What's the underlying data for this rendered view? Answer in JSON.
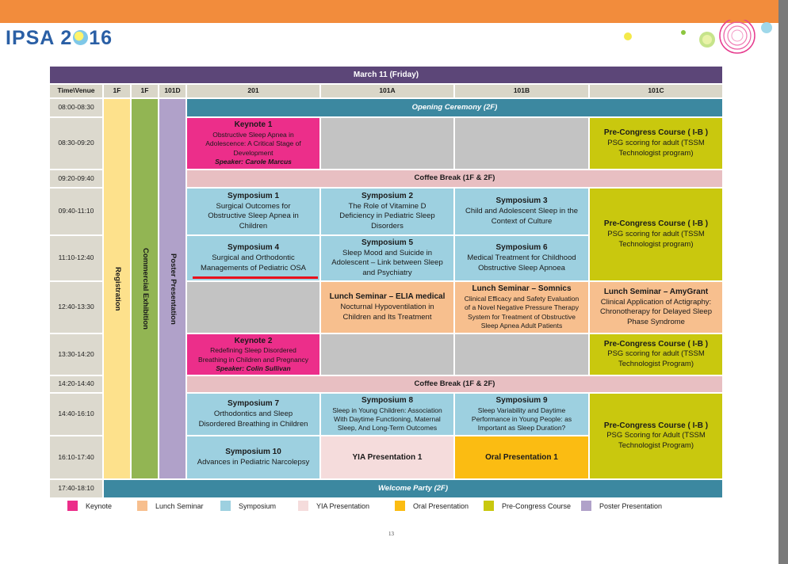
{
  "logo": {
    "pre": "IPSA 2",
    "post": "16"
  },
  "title": "March 11 (Friday)",
  "headers": [
    "Time\\Venue",
    "1F",
    "1F",
    "101D",
    "201",
    "101A",
    "101B",
    "101C"
  ],
  "times": [
    "08:00-08:30",
    "08:30-09:20",
    "09:20-09:40",
    "09:40-11:10",
    "11:10-12:40",
    "12:40-13:30",
    "13:30-14:20",
    "14:20-14:40",
    "14:40-16:10",
    "16:10-17:40",
    "17:40-18:10"
  ],
  "columns": {
    "registration": "Registration",
    "commercial": "Commercial Exhibition",
    "poster": "Poster Presentation"
  },
  "opening": "Opening Ceremony  (2F)",
  "coffee1": "Coffee Break (1F & 2F)",
  "coffee2": "Coffee Break (1F & 2F)",
  "welcome": "Welcome Party (2F)",
  "k1": {
    "t": "Keynote 1",
    "l1": "Obstructive Sleep Apnea in",
    "l2": "Adolescence: A Critical Stage of",
    "l3": "Development",
    "spk": "Speaker: Carole Marcus"
  },
  "k2": {
    "t": "Keynote 2",
    "l1": "Redefining Sleep Disordered",
    "l2": "Breathing in Children and Pregnancy",
    "spk": "Speaker: Colin Sullivan"
  },
  "pcc1": {
    "t": "Pre-Congress Course ( I-B )",
    "l1": "PSG scoring for adult (TSSM",
    "l2": "Technologist program)"
  },
  "pcc2": {
    "t": "Pre-Congress Course ( I-B )",
    "l1": "PSG scoring for adult (TSSM",
    "l2": "Technologist program)"
  },
  "pcc3": {
    "t": "Pre-Congress Course ( I-B )",
    "l1": "PSG scoring for adult (TSSM",
    "l2": "Technologist Program)"
  },
  "pcc4": {
    "t": "Pre-Congress Course ( I-B )",
    "l1": "PSG Scoring for Adult (TSSM",
    "l2": "Technologist Program)"
  },
  "s1": {
    "t": "Symposium 1",
    "l1": "Surgical Outcomes for",
    "l2": "Obstructive Sleep Apnea in",
    "l3": "Children"
  },
  "s2": {
    "t": "Symposium 2",
    "l1": "The Role of Vitamine D",
    "l2": "Deficiency in Pediatric Sleep",
    "l3": "Disorders"
  },
  "s3": {
    "t": "Symposium 3",
    "l1": "Child and Adolescent Sleep in the",
    "l2": "Context of Culture"
  },
  "s4": {
    "t": "Symposium 4",
    "l1": "Surgical and Orthodontic",
    "l2": "Managements of Pediatric OSA"
  },
  "s5": {
    "t": "Symposium 5",
    "l1": "Sleep Mood and Suicide in",
    "l2": "Adolescent – Link between Sleep",
    "l3": "and Psychiatry"
  },
  "s6": {
    "t": "Symposium 6",
    "l1": "Medical Treatment for Childhood",
    "l2": "Obstructive Sleep Apnoea"
  },
  "s7": {
    "t": "Symposium 7",
    "l1": "Orthodontics and Sleep",
    "l2": "Disordered Breathing in Children"
  },
  "s8": {
    "t": "Symposium 8",
    "l1": "Sleep in Young Children: Association",
    "l2": "With Daytime Functioning, Maternal",
    "l3": "Sleep, And Long-Term Outcomes"
  },
  "s9": {
    "t": "Symposium 9",
    "l1": "Sleep Variability and Daytime",
    "l2": "Performance in Young People: as",
    "l3": "Important as Sleep Duration?"
  },
  "s10": {
    "t": "Symposium 10",
    "l1": "Advances in Pediatric Narcolepsy"
  },
  "ls1": {
    "t": "Lunch Seminar – ELIA medical",
    "l1": "Nocturnal Hypoventilation in",
    "l2": "Children and Its Treatment"
  },
  "ls2": {
    "t": "Lunch Seminar – Somnics",
    "l1": "Clinical Efficacy and Safety Evaluation",
    "l2": "of a Novel Negative Pressure Therapy",
    "l3": "System for Treatment of Obstructive",
    "l4": "Sleep Apnea Adult Patients"
  },
  "ls3": {
    "t": "Lunch Seminar – AmyGrant",
    "l1": "Clinical Application of Actigraphy:",
    "l2": "Chronotherapy for Delayed Sleep",
    "l3": "Phase Syndrome"
  },
  "yia": "YIA Presentation 1",
  "oral": "Oral Presentation 1",
  "legend": [
    {
      "label": "Keynote",
      "color": "#ec2e8a"
    },
    {
      "label": "Lunch Seminar",
      "color": "#f7bf8e"
    },
    {
      "label": "Symposium",
      "color": "#9dd0e0"
    },
    {
      "label": "YIA Presentation",
      "color": "#f5dcdc"
    },
    {
      "label": "Oral Presentation",
      "color": "#fbbc12"
    },
    {
      "label": "Pre-Congress Course",
      "color": "#c9c80e"
    },
    {
      "label": "Poster Presentation",
      "color": "#b0a1c9"
    }
  ],
  "page_number": "13"
}
